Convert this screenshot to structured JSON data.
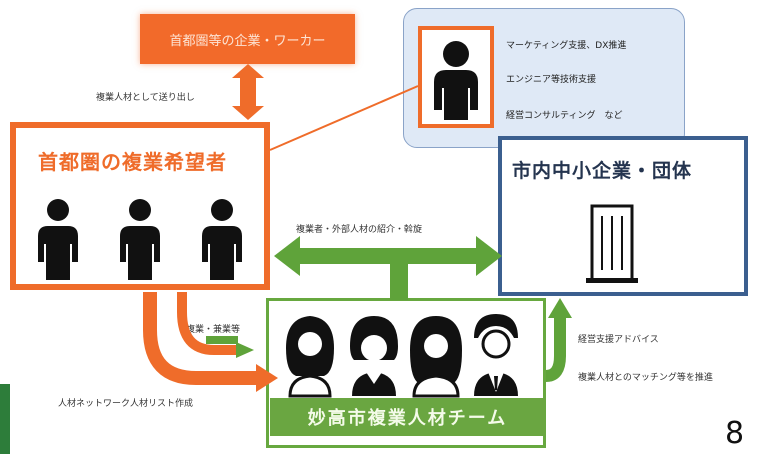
{
  "top_box_label": "首都圏等の企業・ワーカー",
  "send_label": "複業人材として送り出し",
  "metro_title": "首都圏の複業希望者",
  "callout_lines": [
    "マーケティング支援、DX推進",
    "エンジニア等技術支援",
    "経営コンサルティング　など"
  ],
  "corp_title": "市内中小企業・団体",
  "mid_label": "複業者・外部人材の紹介・斡旋",
  "label_recruit": "複業・兼業等",
  "label_network": "人材ネットワーク人材リスト作成",
  "label_advice": "経営支援アドバイス",
  "label_matching": "複業人材とのマッチング等を推進",
  "team_label": "妙高市複業人材チーム",
  "page_number": "8",
  "colors": {
    "orange": "#ef6c2a",
    "green": "#5fa33a",
    "navy": "#3b5f8f",
    "light_blue": "#dfe9f6"
  },
  "icons": [
    "person-icon",
    "building-icon"
  ]
}
